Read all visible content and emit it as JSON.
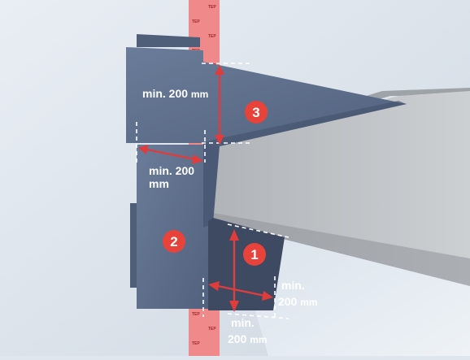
{
  "diagram": {
    "callouts": [
      {
        "number": "1",
        "color": "#e8433a"
      },
      {
        "number": "2",
        "color": "#e8433a"
      },
      {
        "number": "3",
        "color": "#e8433a"
      }
    ],
    "dimensions": {
      "top_overlap": {
        "line1": "min. 200",
        "unit": "mm"
      },
      "side_overlap": {
        "line1": "min. 200",
        "line2": "mm"
      },
      "soffit_right": {
        "line1": "min.",
        "line2": "200",
        "unit": "mm"
      },
      "soffit_bottom": {
        "line1": "min.",
        "line2": "200",
        "unit": "mm"
      }
    },
    "tape_brand": "TEP",
    "colors": {
      "membrane": "#5b6f8f",
      "concrete": "#b8bcc0",
      "tape": "#f08a8a",
      "arrow": "#e03c3c",
      "background": "#dfe6ee"
    }
  }
}
